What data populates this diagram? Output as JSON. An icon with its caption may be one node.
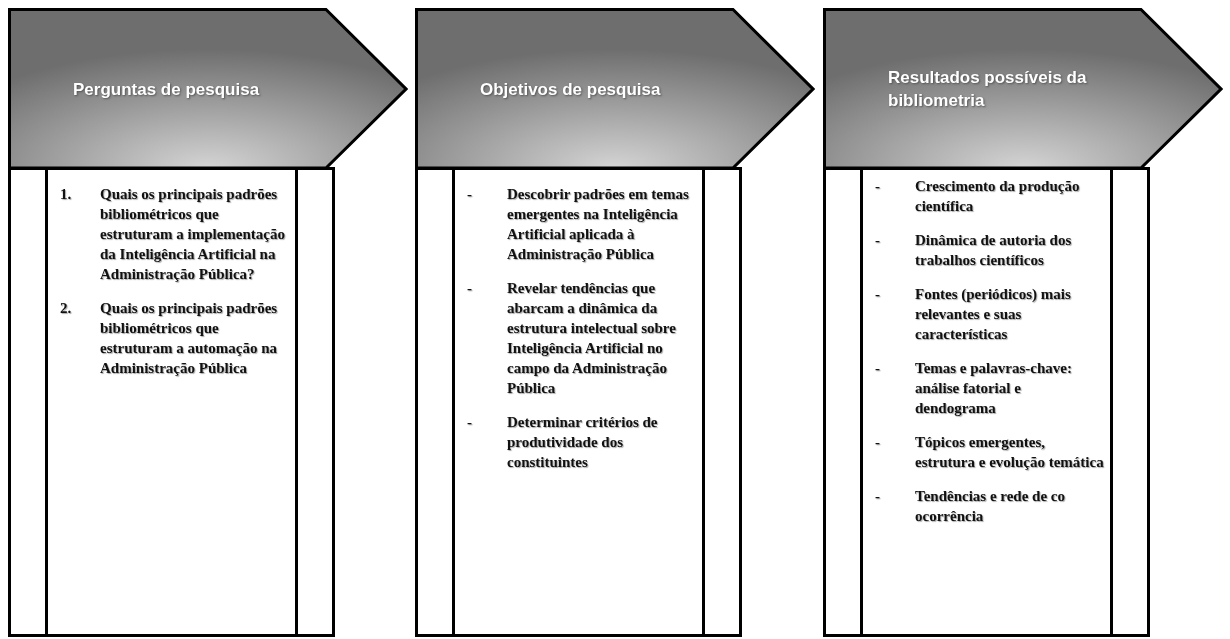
{
  "diagram": {
    "nodes": [
      {
        "text": [
          "Perguntas de pesquisa"
        ]
      },
      {
        "text": [
          "Objetivos de pesquisa"
        ]
      },
      {
        "text": [
          "Resultados possíveis da bibliometria"
        ]
      },
      {
        "text": [],
        "shape": "box"
      },
      {
        "text": [
          "1. Quais os principais padrões bibliométricos que estruturam a implementação da Inteligência Artificial na Administração Pública?",
          "2. Quais os principais padrões bibliométricos que estruturam a automação na Administração Pública"
        ]
      },
      {
        "text": [],
        "shape": "box"
      },
      {
        "text": [],
        "shape": "box"
      },
      {
        "text": [
          "- Descobrir padrões em temas emergentes na Inteligência Artificial aplicada à Administração Pública",
          "- Revelar tendências que abarcam a dinâmica da estrutura intelectual sobre Inteligência Artificial no campo da Administração Pública",
          "- Determinar critérios de produtividade dos constituintes"
        ]
      },
      {
        "text": [],
        "shape": "box"
      },
      {
        "text": [],
        "shape": "box"
      },
      {
        "text": [
          "- Crescimento da produção científica",
          "- Dinâmica de autoria dos trabalhos científicos",
          "- Fontes (periódicos) mais relevantes e suas características",
          "- Temas e palavras-chave: análise fatorial e dendograma",
          "- Tópicos emergentes, estrutura e evolução temática",
          "- Tendências e rede de co ocorrência"
        ]
      },
      {
        "text": [],
        "shape": "box"
      }
    ]
  }
}
